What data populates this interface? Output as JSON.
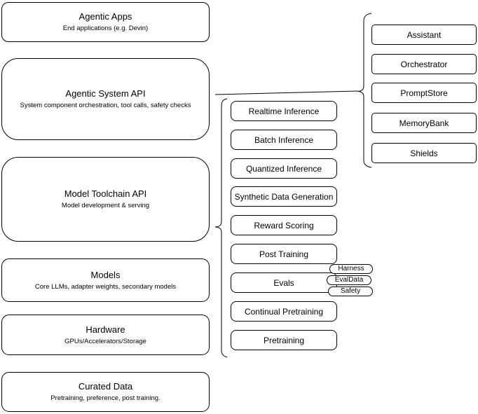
{
  "left_stack": [
    {
      "title": "Agentic Apps",
      "subtitle": "End applications (e.g. Devin)"
    },
    {
      "title": "Agentic System API",
      "subtitle": "System component orchestration, tool calls, safety checks"
    },
    {
      "title": "Model Toolchain API",
      "subtitle": "Model development & serving"
    },
    {
      "title": "Models",
      "subtitle": "Core LLMs, adapter weights, secondary models"
    },
    {
      "title": "Hardware",
      "subtitle": "GPUs/Accelerators/Storage"
    },
    {
      "title": "Curated Data",
      "subtitle": "Pretraining, preference, post training."
    }
  ],
  "toolchain": {
    "items": [
      "Realtime Inference",
      "Batch Inference",
      "Quantized Inference",
      "Synthetic Data Generation",
      "Reward Scoring",
      "Post Training",
      "Evals",
      "Continual Pretraining",
      "Pretraining"
    ]
  },
  "eval_tags": [
    "Harness",
    "EvalData",
    "Safety"
  ],
  "system_components": [
    "Assistant",
    "Orchestrator",
    "PromptStore",
    "MemoryBank",
    "Shields"
  ],
  "colors": {
    "stroke": "#000000",
    "fill": "#ffffff",
    "background": "#ffffff"
  }
}
